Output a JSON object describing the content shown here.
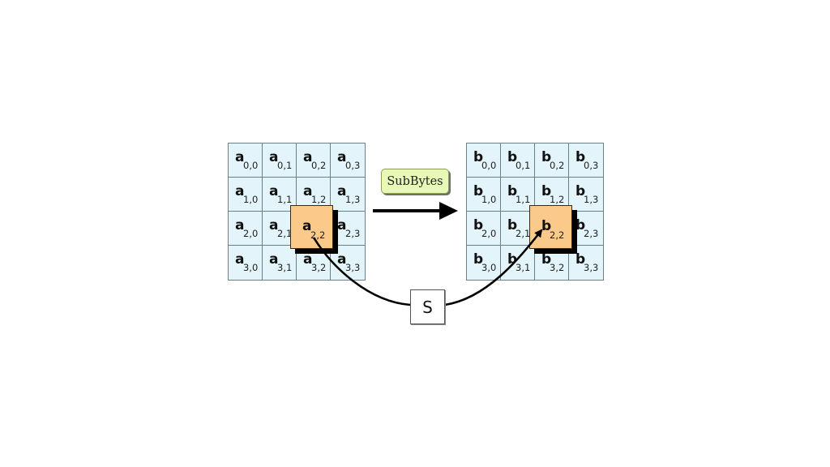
{
  "input_state": {
    "symbol": "a",
    "cells": [
      [
        "0,0",
        "0,1",
        "0,2",
        "0,3"
      ],
      [
        "1,0",
        "1,1",
        "1,2",
        "1,3"
      ],
      [
        "2,0",
        "2,1",
        "2,2",
        "2,3"
      ],
      [
        "3,0",
        "3,1",
        "3,2",
        "3,3"
      ]
    ],
    "highlight": "2,2",
    "cell_color": "#e3f5fb",
    "highlight_color": "#fbc98a"
  },
  "output_state": {
    "symbol": "b",
    "cells": [
      [
        "0,0",
        "0,1",
        "0,2",
        "0,3"
      ],
      [
        "1,0",
        "1,1",
        "1,2",
        "1,3"
      ],
      [
        "2,0",
        "2,1",
        "2,2",
        "2,3"
      ],
      [
        "3,0",
        "3,1",
        "3,2",
        "3,3"
      ]
    ],
    "highlight": "2,2",
    "cell_color": "#e3f5fb",
    "highlight_color": "#fbc98a"
  },
  "operation": {
    "label": "SubBytes",
    "label_color": "#e8f8b6"
  },
  "sbox": {
    "label": "S"
  }
}
